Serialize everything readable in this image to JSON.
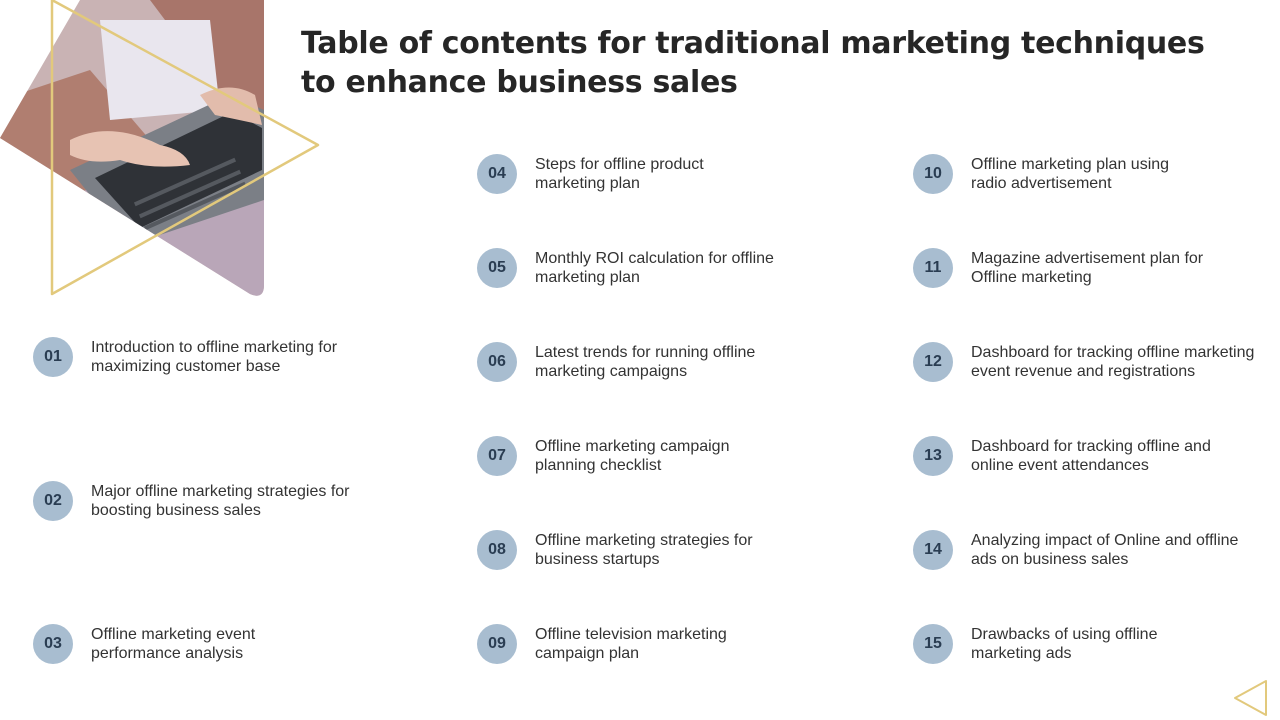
{
  "title": "Table of contents for traditional marketing techniques to enhance business sales",
  "colors": {
    "badge": "#a8bdd0",
    "badge_text": "#2a3d52",
    "accent_gold": "#e2c97c"
  },
  "items": [
    {
      "number": "01",
      "label": "Introduction  to offline marketing for\nmaximizing customer base"
    },
    {
      "number": "02",
      "label": "Major offline marketing strategies for\nboosting business sales"
    },
    {
      "number": "03",
      "label": "Offline marketing event\nperformance analysis"
    },
    {
      "number": "04",
      "label": "Steps for offline product\nmarketing plan"
    },
    {
      "number": "05",
      "label": "Monthly ROI calculation for offline\nmarketing plan"
    },
    {
      "number": "06",
      "label": "Latest trends for running offline\nmarketing campaigns"
    },
    {
      "number": "07",
      "label": "Offline marketing campaign\nplanning checklist"
    },
    {
      "number": "08",
      "label": "Offline marketing strategies for\nbusiness startups"
    },
    {
      "number": "09",
      "label": "Offline television marketing\ncampaign plan"
    },
    {
      "number": "10",
      "label": "Offline marketing plan using\nradio advertisement"
    },
    {
      "number": "11",
      "label": "Magazine advertisement plan for\nOffline marketing"
    },
    {
      "number": "12",
      "label": "Dashboard for tracking offline marketing\nevent revenue and registrations"
    },
    {
      "number": "13",
      "label": "Dashboard for tracking offline and\nonline event attendances"
    },
    {
      "number": "14",
      "label": "Analyzing impact of Online and offline\nads on business sales"
    },
    {
      "number": "15",
      "label": "Drawbacks of using offline\nmarketing ads"
    }
  ]
}
